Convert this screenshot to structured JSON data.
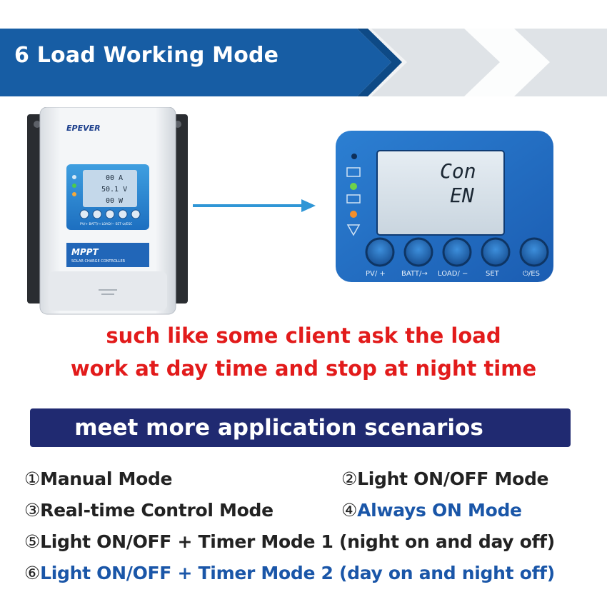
{
  "header": {
    "title": "6 Load Working Mode"
  },
  "controller": {
    "brand": "EPEVER",
    "model": "MPPT",
    "subtitle": "SOLAR CHARGE CONTROLLER",
    "lcd_lines": [
      "00 A",
      "50.1 V",
      "00 W"
    ],
    "button_labels": [
      "PV/+",
      "BATT/→",
      "LOAD/−",
      "SET",
      "⏻/ESC"
    ]
  },
  "display_panel": {
    "lcd_line1": "Con",
    "lcd_line2": "EN",
    "button_labels": [
      "PV/ +",
      "BATT/→",
      "LOAD/ −",
      "SET",
      "⏻/ES"
    ]
  },
  "note": {
    "line1": "such like some client ask the load",
    "line2": "work at day time and stop at night time"
  },
  "scenario_banner": "meet more application scenarios",
  "modes": [
    {
      "num": "①",
      "label": "Manual Mode",
      "highlight": false
    },
    {
      "num": "②",
      "label": "Light ON/OFF Mode",
      "highlight": false
    },
    {
      "num": "③",
      "label": "Real-time Control Mode",
      "highlight": false
    },
    {
      "num": "④",
      "label": "Always ON Mode",
      "highlight": true
    },
    {
      "num": "⑤",
      "label": "Light ON/OFF + Timer Mode 1 (night on and day off)",
      "highlight": false
    },
    {
      "num": "⑥",
      "label": "Light ON/OFF + Timer Mode 2 (day on and night off)",
      "highlight": true
    }
  ],
  "colors": {
    "banner_blue": "#175da4",
    "note_red": "#e21b1b",
    "scenario_navy": "#202a71",
    "highlight_blue": "#1a56a8"
  }
}
